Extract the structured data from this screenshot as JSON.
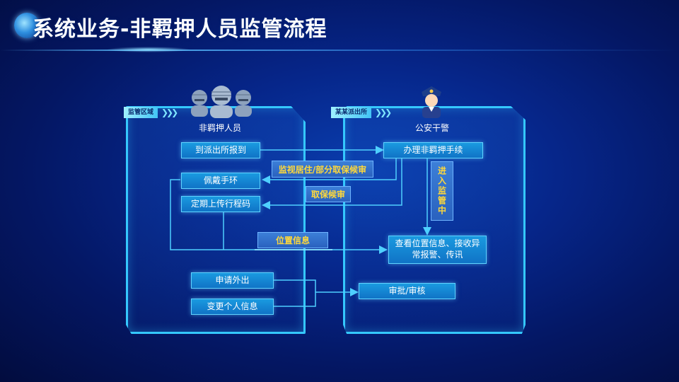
{
  "header": {
    "title": "系统业务-非羁押人员监管流程"
  },
  "left_panel": {
    "tag": "监管区域",
    "role": "非羁押人员",
    "steps": {
      "report": "到派出所报到",
      "bracelet": "佩戴手环",
      "upload": "定期上传行程码",
      "apply": "申请外出",
      "change": "变更个人信息"
    }
  },
  "right_panel": {
    "tag": "某某派出所",
    "role": "公安干警",
    "steps": {
      "handle": "办理非羁押手续",
      "monitor": "查看位置信息、接收异常报警、传讯",
      "approve": "审批/审核"
    }
  },
  "flow_labels": {
    "supervision": "监视居住/部分取保候审",
    "bail": "取保候审",
    "location": "位置信息",
    "enter_monitoring": "进入监管中"
  },
  "icons": {
    "globe": "globe-icon",
    "suspects": "suspects-group-icon",
    "police": "police-officer-icon"
  },
  "colors": {
    "accent": "#35c8ff",
    "label_text": "#ffd83a",
    "box_fill": "#1383d0"
  }
}
